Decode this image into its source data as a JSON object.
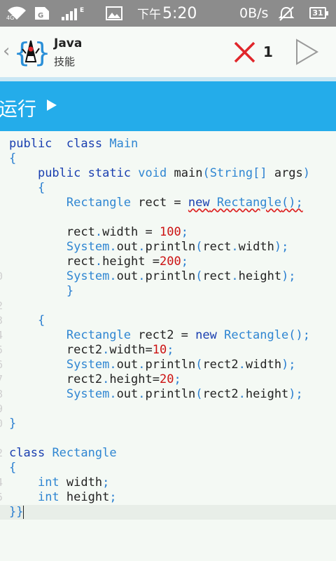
{
  "status": {
    "time_prefix": "下午",
    "time": "5:20",
    "net_speed": "0B/s",
    "battery": "31"
  },
  "header": {
    "title": "Java",
    "subtitle": "技能",
    "error_count": "1"
  },
  "runbar": {
    "label": "运行"
  },
  "editor": {
    "lines": [
      {
        "no": "",
        "code": [
          [
            "kw",
            "public"
          ],
          [
            "",
            "  "
          ],
          [
            "kw",
            "class"
          ],
          [
            "",
            " "
          ],
          [
            "ty",
            "Main"
          ]
        ]
      },
      {
        "no": "",
        "code": [
          [
            "pn",
            "{"
          ]
        ]
      },
      {
        "no": "",
        "code": [
          [
            "",
            "    "
          ],
          [
            "kw",
            "public"
          ],
          [
            "",
            " "
          ],
          [
            "kw",
            "static"
          ],
          [
            "",
            " "
          ],
          [
            "ty",
            "void"
          ],
          [
            "",
            " main"
          ],
          [
            "pn",
            "("
          ],
          [
            "ty",
            "String"
          ],
          [
            "pn",
            "[]"
          ],
          [
            "",
            " args"
          ],
          [
            "pn",
            ")"
          ]
        ]
      },
      {
        "no": "",
        "code": [
          [
            "",
            "    "
          ],
          [
            "pn",
            "{"
          ]
        ]
      },
      {
        "no": "",
        "code": [
          [
            "",
            "        "
          ],
          [
            "ty",
            "Rectangle"
          ],
          [
            "",
            " rect = "
          ],
          [
            "kw err",
            "new"
          ],
          [
            "ty err",
            " Rectangle"
          ],
          [
            "pn err",
            "();"
          ]
        ]
      },
      {
        "no": "",
        "code": []
      },
      {
        "no": "",
        "code": [
          [
            "",
            "        rect"
          ],
          [
            "pn",
            "."
          ],
          [
            "",
            "width = "
          ],
          [
            "num",
            "100"
          ],
          [
            "pn",
            ";"
          ]
        ]
      },
      {
        "no": "",
        "code": [
          [
            "",
            "        "
          ],
          [
            "ty",
            "System"
          ],
          [
            "pn",
            "."
          ],
          [
            "",
            "out"
          ],
          [
            "pn",
            "."
          ],
          [
            "",
            "println"
          ],
          [
            "pn",
            "("
          ],
          [
            "",
            "rect"
          ],
          [
            "pn",
            "."
          ],
          [
            "",
            "width"
          ],
          [
            "pn",
            ");"
          ]
        ]
      },
      {
        "no": "",
        "code": [
          [
            "",
            "        rect"
          ],
          [
            "pn",
            "."
          ],
          [
            "",
            "height ="
          ],
          [
            "num",
            "200"
          ],
          [
            "pn",
            ";"
          ]
        ]
      },
      {
        "no": "0",
        "code": [
          [
            "",
            "        "
          ],
          [
            "ty",
            "System"
          ],
          [
            "pn",
            "."
          ],
          [
            "",
            "out"
          ],
          [
            "pn",
            "."
          ],
          [
            "",
            "println"
          ],
          [
            "pn",
            "("
          ],
          [
            "",
            "rect"
          ],
          [
            "pn",
            "."
          ],
          [
            "",
            "height"
          ],
          [
            "pn",
            ");"
          ]
        ]
      },
      {
        "no": "",
        "code": [
          [
            "",
            "        "
          ],
          [
            "pn",
            "}"
          ]
        ]
      },
      {
        "no": "2",
        "code": []
      },
      {
        "no": "3",
        "code": [
          [
            "",
            "    "
          ],
          [
            "pn",
            "{"
          ]
        ]
      },
      {
        "no": "4",
        "code": [
          [
            "",
            "        "
          ],
          [
            "ty",
            "Rectangle"
          ],
          [
            "",
            " rect2 = "
          ],
          [
            "kw",
            "new"
          ],
          [
            "",
            " "
          ],
          [
            "ty",
            "Rectangle"
          ],
          [
            "pn",
            "();"
          ]
        ]
      },
      {
        "no": "5",
        "code": [
          [
            "",
            "        rect2"
          ],
          [
            "pn",
            "."
          ],
          [
            "",
            "width="
          ],
          [
            "num",
            "10"
          ],
          [
            "pn",
            ";"
          ]
        ]
      },
      {
        "no": "6",
        "code": [
          [
            "",
            "        "
          ],
          [
            "ty",
            "System"
          ],
          [
            "pn",
            "."
          ],
          [
            "",
            "out"
          ],
          [
            "pn",
            "."
          ],
          [
            "",
            "println"
          ],
          [
            "pn",
            "("
          ],
          [
            "",
            "rect2"
          ],
          [
            "pn",
            "."
          ],
          [
            "",
            "width"
          ],
          [
            "pn",
            ");"
          ]
        ]
      },
      {
        "no": "7",
        "code": [
          [
            "",
            "        rect2"
          ],
          [
            "pn",
            "."
          ],
          [
            "",
            "height="
          ],
          [
            "num",
            "20"
          ],
          [
            "pn",
            ";"
          ]
        ]
      },
      {
        "no": "8",
        "code": [
          [
            "",
            "        "
          ],
          [
            "ty",
            "System"
          ],
          [
            "pn",
            "."
          ],
          [
            "",
            "out"
          ],
          [
            "pn",
            "."
          ],
          [
            "",
            "println"
          ],
          [
            "pn",
            "("
          ],
          [
            "",
            "rect2"
          ],
          [
            "pn",
            "."
          ],
          [
            "",
            "height"
          ],
          [
            "pn",
            ");"
          ]
        ]
      },
      {
        "no": "9",
        "code": []
      },
      {
        "no": "0",
        "code": [
          [
            "pn",
            "}"
          ]
        ]
      },
      {
        "no": "",
        "code": []
      },
      {
        "no": "2",
        "code": [
          [
            "kw",
            "class"
          ],
          [
            "",
            " "
          ],
          [
            "ty",
            "Rectangle"
          ]
        ]
      },
      {
        "no": "",
        "code": [
          [
            "pn",
            "{"
          ]
        ]
      },
      {
        "no": "4",
        "code": [
          [
            "",
            "    "
          ],
          [
            "ty",
            "int"
          ],
          [
            "",
            " width"
          ],
          [
            "pn",
            ";"
          ]
        ]
      },
      {
        "no": "5",
        "code": [
          [
            "",
            "    "
          ],
          [
            "ty",
            "int"
          ],
          [
            "",
            " height"
          ],
          [
            "pn",
            ";"
          ]
        ]
      },
      {
        "no": "",
        "code": [
          [
            "pn",
            "}}"
          ]
        ],
        "current": true
      }
    ]
  },
  "colors": {
    "runbar": "#24acea",
    "keyword": "#1a3fb0",
    "type": "#2f86d2",
    "number": "#cc1111",
    "error_icon": "#e0262b"
  }
}
